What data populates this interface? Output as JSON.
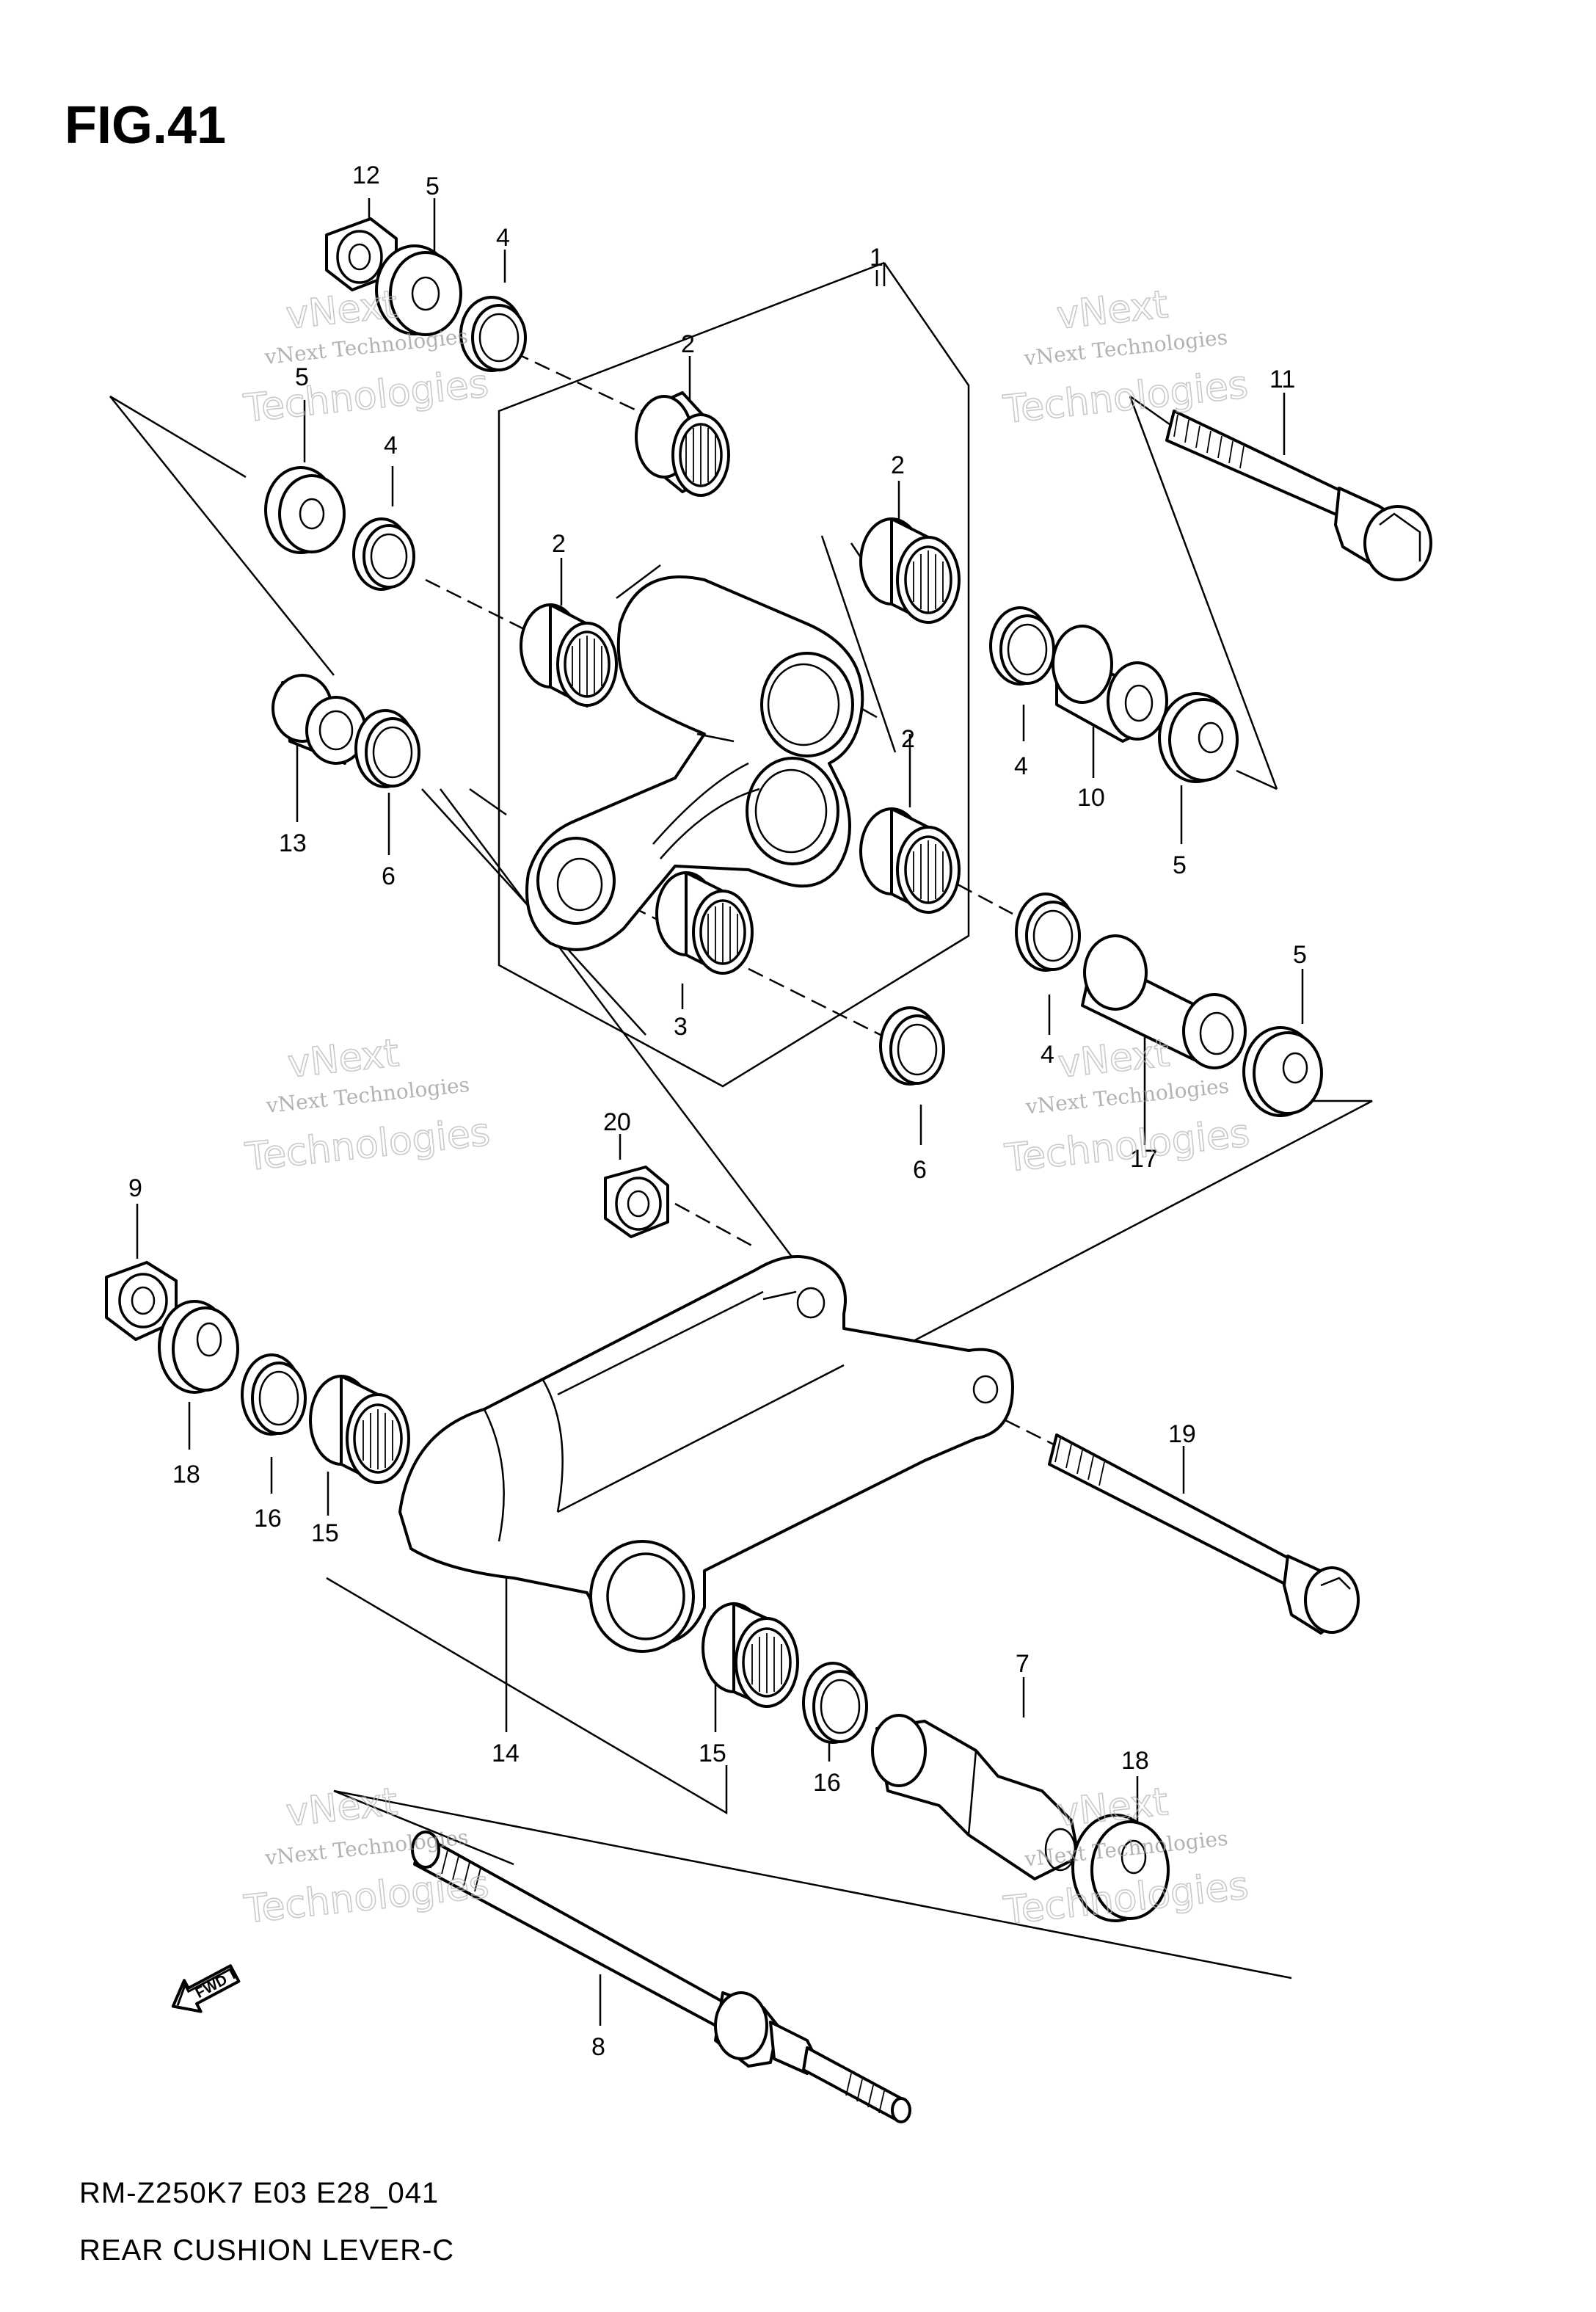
{
  "figure": {
    "title": "FIG.41",
    "model_code": "RM-Z250K7 E03 E28_041",
    "name": "REAR CUSHION LEVER-C"
  },
  "watermark": {
    "line1": "vNext Technologies",
    "line2": "Technologies",
    "line3": "vNext"
  },
  "direction_marker": {
    "label": "FWD"
  },
  "callouts": [
    {
      "id": "c12",
      "label": "12"
    },
    {
      "id": "c5a",
      "label": "5"
    },
    {
      "id": "c4a",
      "label": "4"
    },
    {
      "id": "c1",
      "label": "1"
    },
    {
      "id": "c2a",
      "label": "2"
    },
    {
      "id": "c5b",
      "label": "5"
    },
    {
      "id": "c4b",
      "label": "4"
    },
    {
      "id": "c2b",
      "label": "2"
    },
    {
      "id": "c2c",
      "label": "2"
    },
    {
      "id": "c11",
      "label": "11"
    },
    {
      "id": "c13",
      "label": "13"
    },
    {
      "id": "c6a",
      "label": "6"
    },
    {
      "id": "c2d",
      "label": "2"
    },
    {
      "id": "c4c",
      "label": "4"
    },
    {
      "id": "c10",
      "label": "10"
    },
    {
      "id": "c5c",
      "label": "5"
    },
    {
      "id": "c3",
      "label": "3"
    },
    {
      "id": "c4d",
      "label": "4"
    },
    {
      "id": "c5d",
      "label": "5"
    },
    {
      "id": "c17",
      "label": "17"
    },
    {
      "id": "c6b",
      "label": "6"
    },
    {
      "id": "c20",
      "label": "20"
    },
    {
      "id": "c9",
      "label": "9"
    },
    {
      "id": "c18a",
      "label": "18"
    },
    {
      "id": "c16a",
      "label": "16"
    },
    {
      "id": "c15a",
      "label": "15"
    },
    {
      "id": "c19",
      "label": "19"
    },
    {
      "id": "c14",
      "label": "14"
    },
    {
      "id": "c15b",
      "label": "15"
    },
    {
      "id": "c7",
      "label": "7"
    },
    {
      "id": "c16b",
      "label": "16"
    },
    {
      "id": "c18b",
      "label": "18"
    },
    {
      "id": "c8",
      "label": "8"
    }
  ],
  "colors": {
    "ink": "#000000",
    "watermark": "#9a9a9a",
    "paper": "#ffffff"
  }
}
